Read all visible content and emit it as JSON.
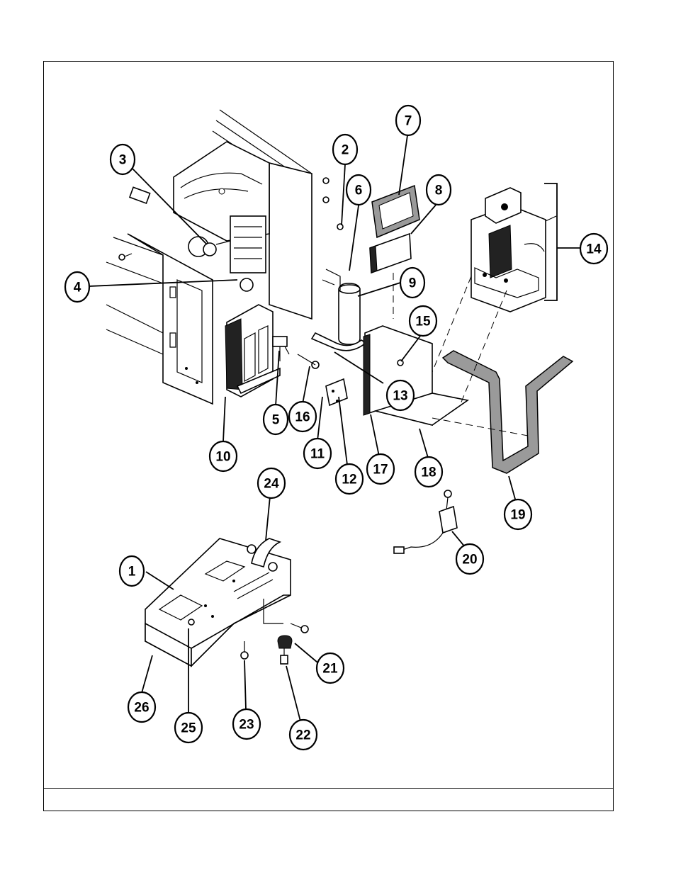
{
  "callouts": [
    {
      "id": "1",
      "label": "1"
    },
    {
      "id": "2",
      "label": "2"
    },
    {
      "id": "3",
      "label": "3"
    },
    {
      "id": "4",
      "label": "4"
    },
    {
      "id": "5",
      "label": "5"
    },
    {
      "id": "6",
      "label": "6"
    },
    {
      "id": "7",
      "label": "7"
    },
    {
      "id": "8",
      "label": "8"
    },
    {
      "id": "9",
      "label": "9"
    },
    {
      "id": "10",
      "label": "10"
    },
    {
      "id": "11",
      "label": "11"
    },
    {
      "id": "12",
      "label": "12"
    },
    {
      "id": "13",
      "label": "13"
    },
    {
      "id": "14",
      "label": "14"
    },
    {
      "id": "15",
      "label": "15"
    },
    {
      "id": "16",
      "label": "16"
    },
    {
      "id": "17",
      "label": "17"
    },
    {
      "id": "18",
      "label": "18"
    },
    {
      "id": "19",
      "label": "19"
    },
    {
      "id": "20",
      "label": "20"
    },
    {
      "id": "21",
      "label": "21"
    },
    {
      "id": "22",
      "label": "22"
    },
    {
      "id": "23",
      "label": "23"
    },
    {
      "id": "24",
      "label": "24"
    },
    {
      "id": "25",
      "label": "25"
    },
    {
      "id": "26",
      "label": "26"
    }
  ]
}
